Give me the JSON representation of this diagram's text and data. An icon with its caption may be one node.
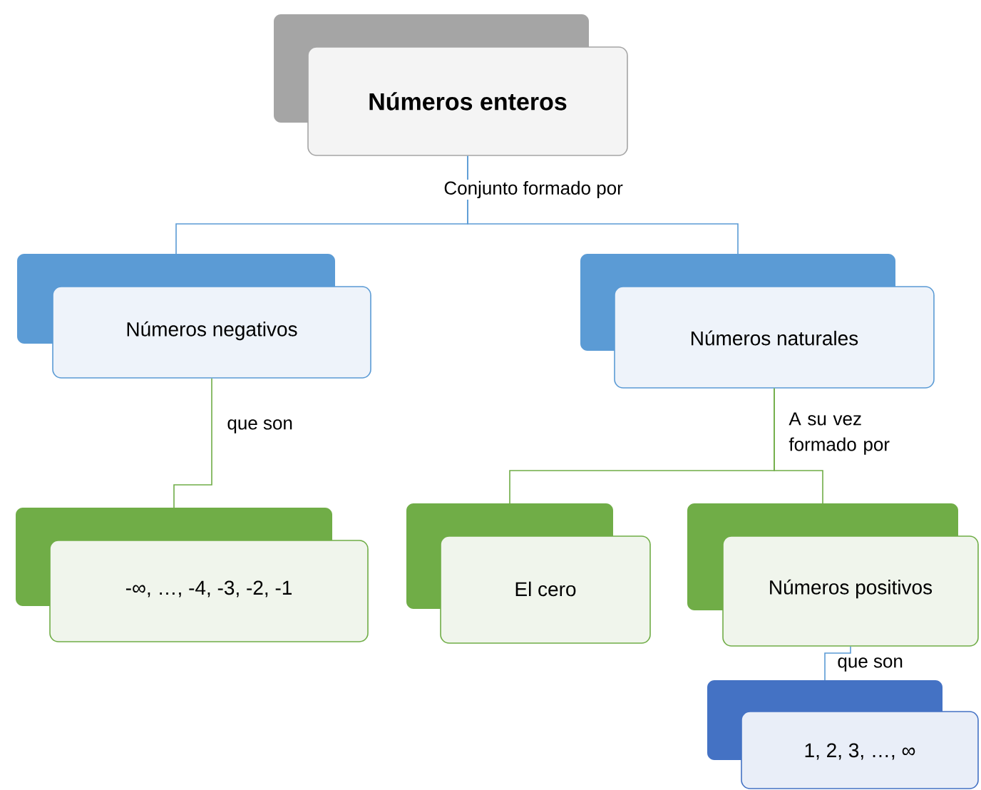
{
  "diagram": {
    "nodes": [
      {
        "text": [
          "Números enteros"
        ]
      },
      {
        "text": [
          "Números negativos"
        ]
      },
      {
        "text": [
          "Números naturales"
        ]
      },
      {
        "text": [
          "-∞, …, -4, -3, -2, -1"
        ]
      },
      {
        "text": [
          "El cero"
        ]
      },
      {
        "text": [
          "Números positivos"
        ]
      },
      {
        "text": [
          "1, 2, 3, …, ∞"
        ]
      }
    ],
    "edges": [
      {
        "from": 0,
        "to": 1,
        "arrow": "none",
        "label": "Conjunto formado por"
      },
      {
        "from": 0,
        "to": 2,
        "arrow": "none"
      },
      {
        "from": 1,
        "to": 3,
        "arrow": "none",
        "label": "que son",
        "color": "#70ad47"
      },
      {
        "from": 2,
        "to": 4,
        "arrow": "none",
        "label": "A su vez formado por",
        "color": "#70ad47"
      },
      {
        "from": 2,
        "to": 5,
        "arrow": "none",
        "color": "#70ad47"
      },
      {
        "from": 5,
        "to": 6,
        "arrow": "none",
        "label": "que son"
      }
    ]
  }
}
